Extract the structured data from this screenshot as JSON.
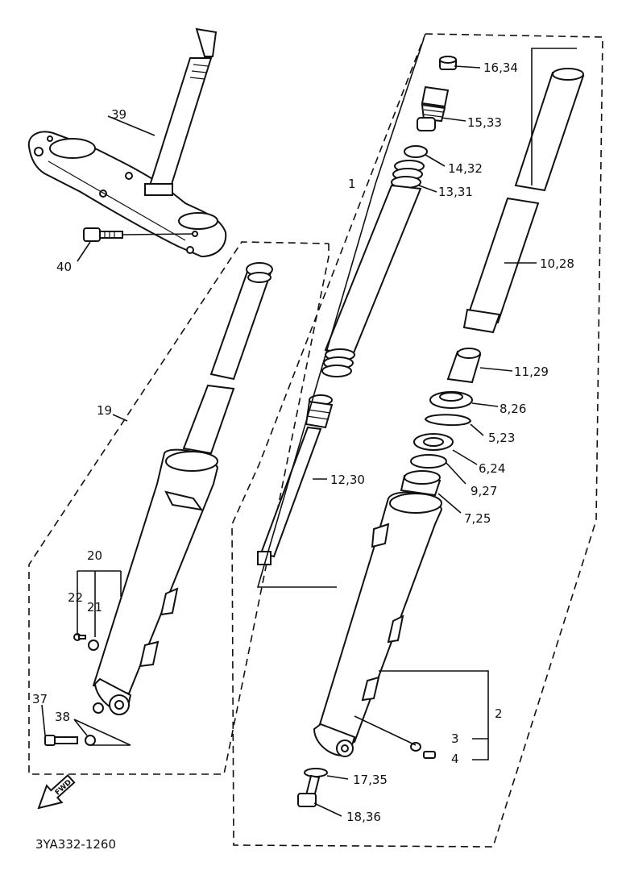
{
  "diagram_code": "3YA332-1260",
  "fwd_arrow": {
    "label": "FWD",
    "icon": "forward-arrow-icon"
  },
  "callouts": {
    "c39": "39",
    "c40": "40",
    "c1": "1",
    "c16_34": "16,34",
    "c15_33": "15,33",
    "c14_32": "14,32",
    "c13_31": "13,31",
    "c10_28": "10,28",
    "c11_29": "11,29",
    "c8_26": "8,26",
    "c5_23": "5,23",
    "c6_24": "6,24",
    "c9_27": "9,27",
    "c7_25": "7,25",
    "c12_30": "12,30",
    "c19": "19",
    "c20": "20",
    "c22": "22",
    "c21": "21",
    "c37": "37",
    "c38": "38",
    "c2": "2",
    "c3": "3",
    "c4": "4",
    "c17_35": "17,35",
    "c18_36": "18,36"
  }
}
